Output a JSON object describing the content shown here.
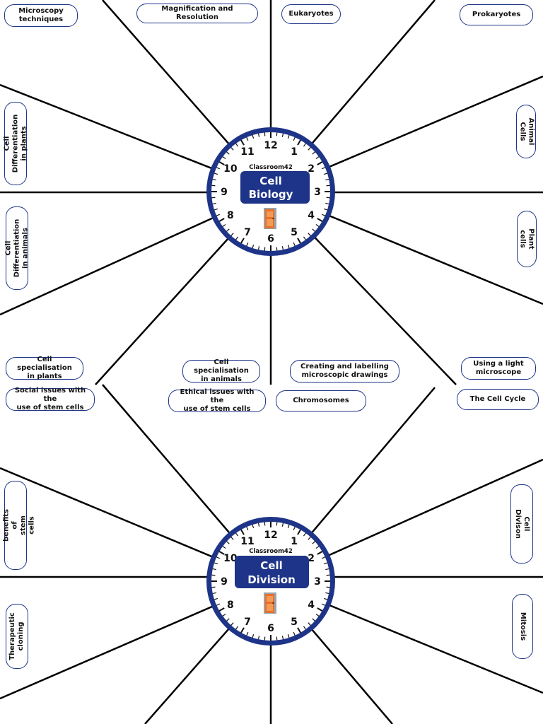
{
  "colors": {
    "navy": "#1e3488",
    "line": "#000000",
    "door": "#e8702a"
  },
  "clocks": [
    {
      "brand": "Classroom42",
      "title_line1": "Cell",
      "title_line2": "Biology",
      "door_icon": "door-icon"
    },
    {
      "brand": "Classroom42",
      "title_line1": "Cell",
      "title_line2": "Division",
      "door_icon": "door-icon"
    }
  ],
  "clock_numbers": [
    "12",
    "1",
    "2",
    "3",
    "4",
    "5",
    "6",
    "7",
    "8",
    "9",
    "10",
    "11"
  ],
  "labels": {
    "microscopy": "Microscopy\ntechniques",
    "magnification": "Magnification and Resolution",
    "eukaryotes": "Eukaryotes",
    "prokaryotes": "Prokaryotes",
    "diff_plants": "Cell Differentiation\nin plants",
    "animal_cells": "Animal Cells",
    "diff_animals": "Cell Differentiation\nin animals",
    "plant_cells": "Plant cells",
    "spec_plants": "Cell specialisation\nin plants",
    "spec_animals": "Cell specialisation\nin animals",
    "drawings": "Creating and labelling\nmicroscopic drawings",
    "light_microscope": "Using a light\nmicroscope",
    "social_issues": "Social issues with the\nuse of stem cells",
    "ethical_issues": "Ethical issues with the\nuse of stem cells",
    "chromosomes": "Chromosomes",
    "cell_cycle": "The Cell Cycle",
    "practical_benefits": "Practical benefits of\nstem cells",
    "cell_division": "Cell Divison",
    "therapeutic_cloning": "Therapeutic\ncloning",
    "mitosis": "Mitosis"
  }
}
